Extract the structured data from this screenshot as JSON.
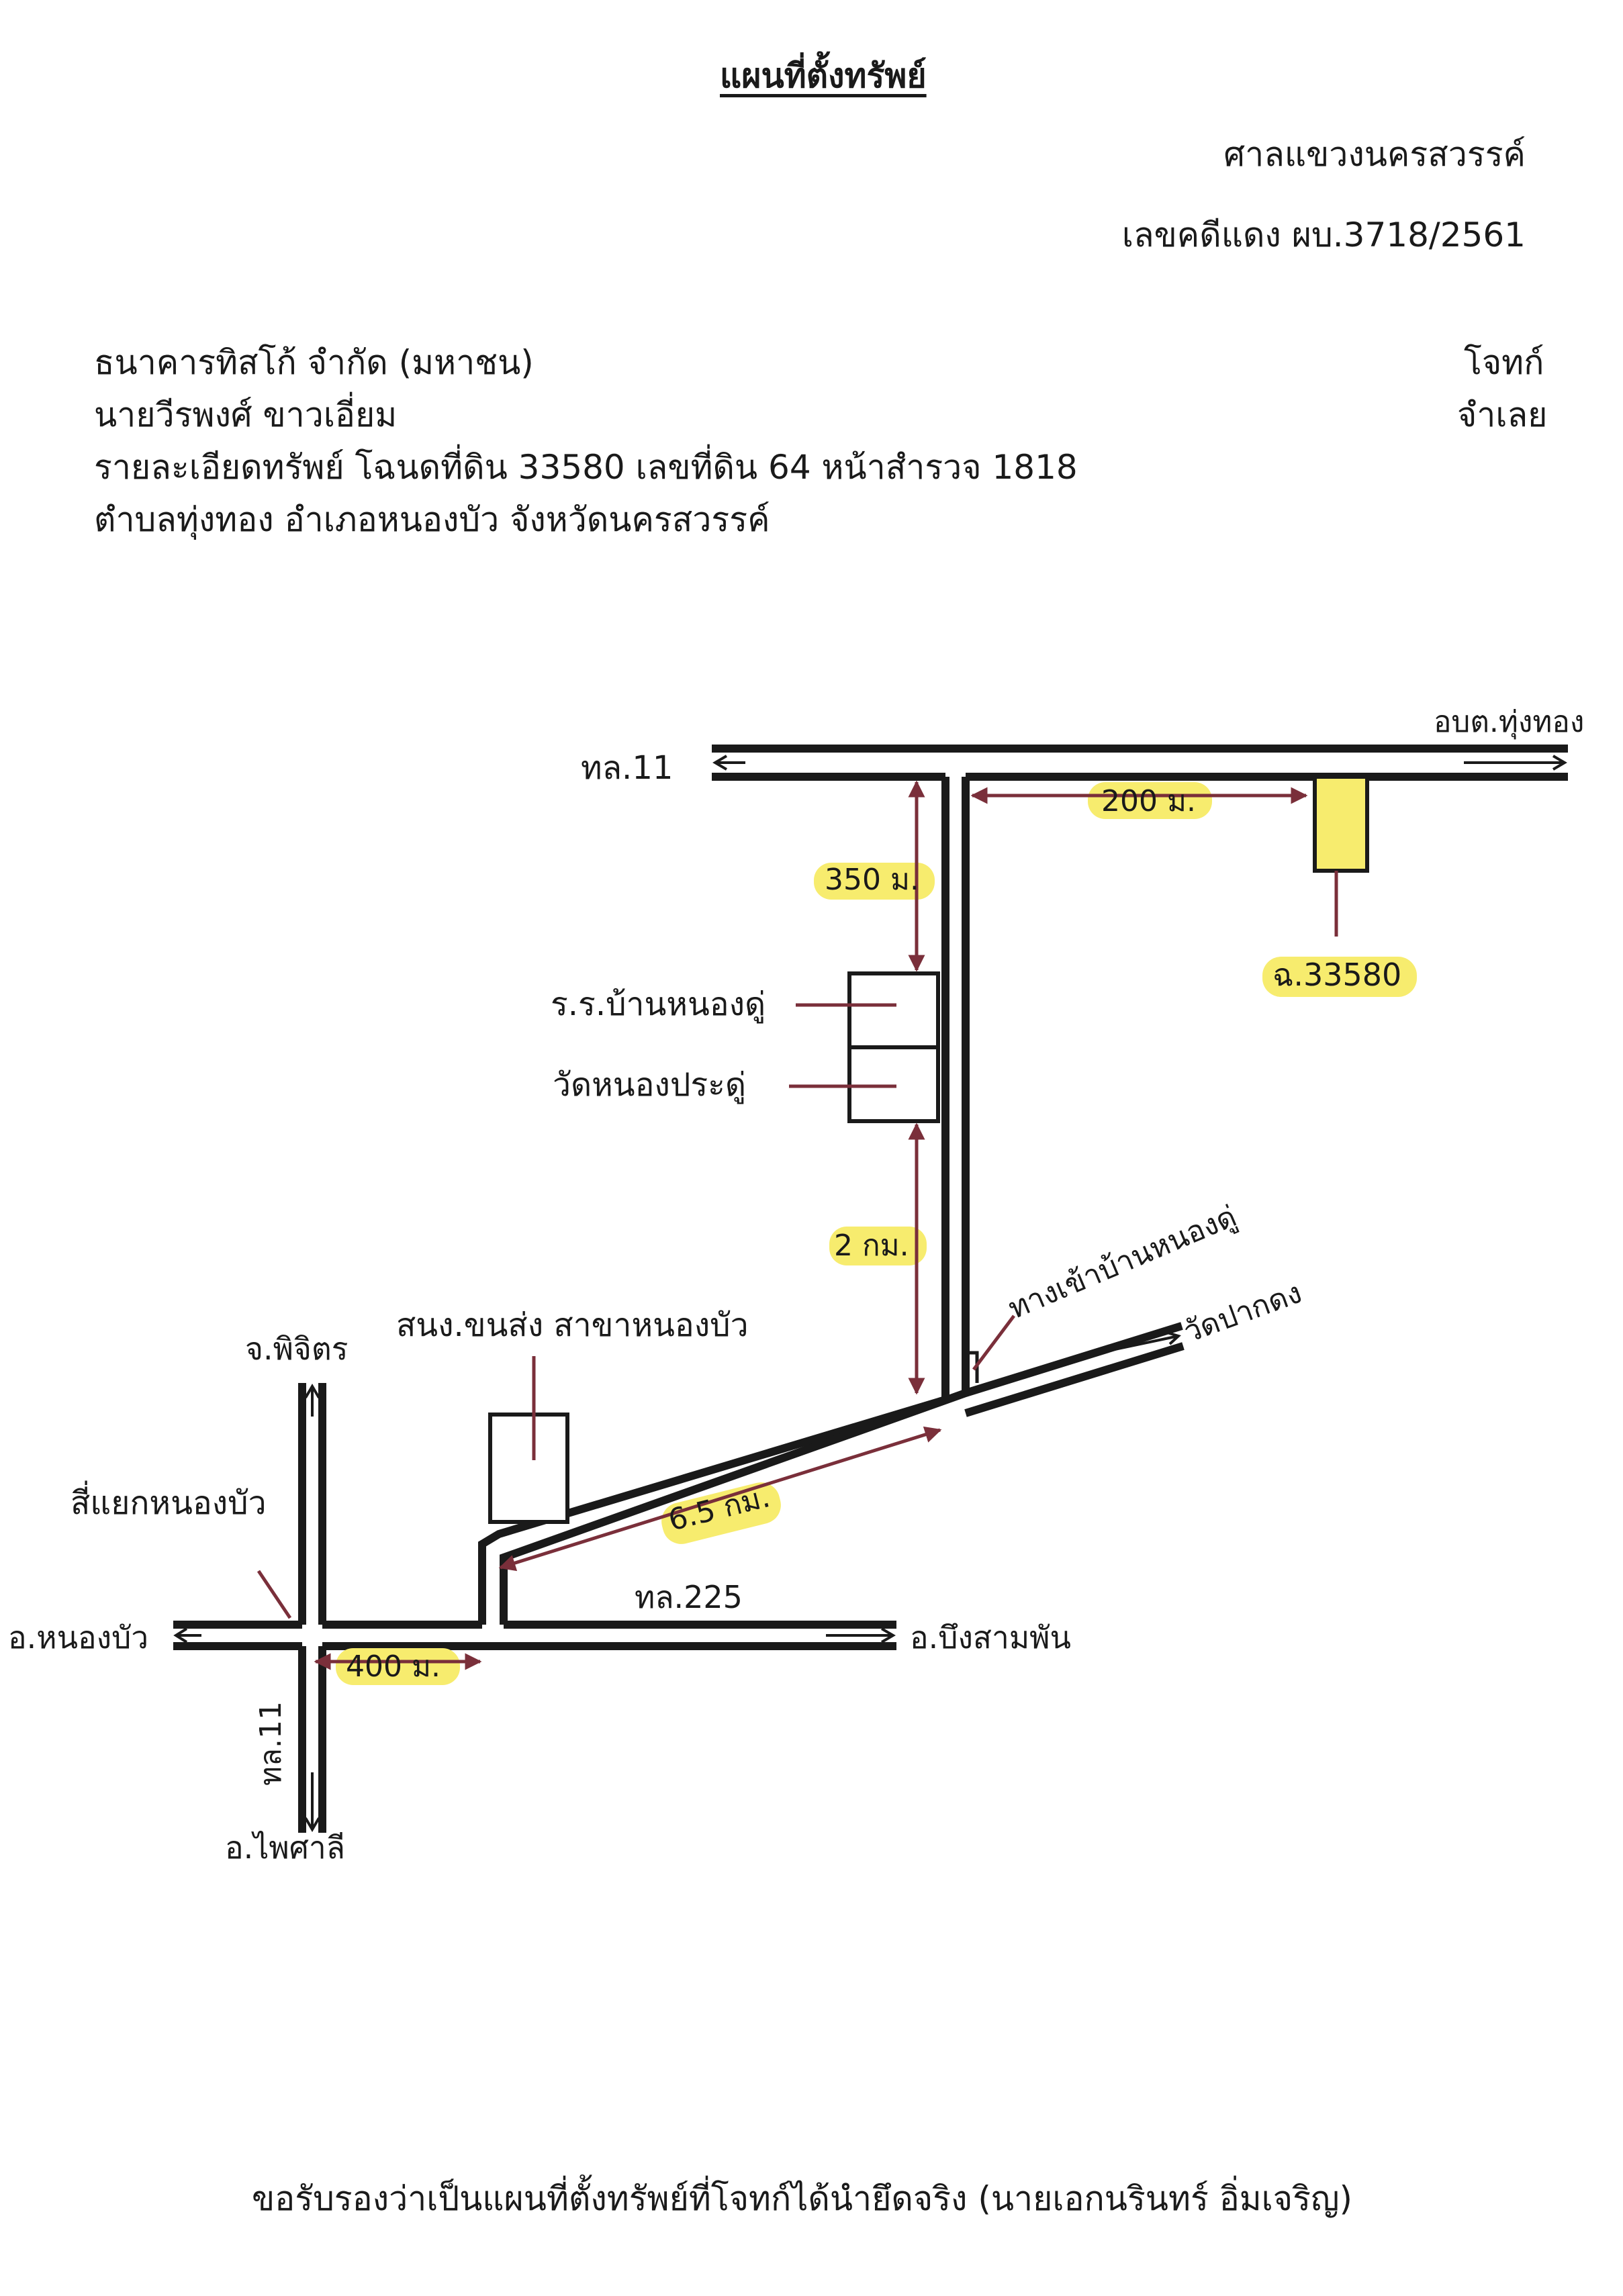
{
  "header": {
    "title": "แผนที่ตั้งทรัพย์",
    "court": "ศาลแขวงนครสวรรค์",
    "case_no": "เลขคดีแดง ผบ.3718/2561",
    "plaintiff_name": "ธนาคารทิสโก้ จำกัด (มหาชน)",
    "defendant_name": "นายวีรพงศ์ ขาวเอี่ยม",
    "plaintiff_role": "โจทก์",
    "defendant_role": "จำเลย",
    "property_detail": "รายละเอียดทรัพย์ โฉนดที่ดิน 33580 เลขที่ดิน 64 หน้าสำรวจ 1818",
    "property_location": "ตำบลทุ่งทอง อำเภอหนองบัว จังหวัดนครสวรรค์"
  },
  "map": {
    "road_hwy11_top": "ทล.11",
    "obt_tungthong": "อบต.ทุ่งทอง",
    "dist_200m": "200 ม.",
    "dist_350m": "350 ม.",
    "parcel_label": "ฉ.33580",
    "school": "ร.ร.บ้านหนองดู่",
    "temple_nongpradu": "วัดหนองประดู่",
    "dist_2km": "2 กม.",
    "entrance": "ทางเข้าบ้านหนองดู่",
    "wat_pakdong": "วัดปากดง",
    "sanong_office": "สนง.ขนส่ง สาขาหนองบัว",
    "phichit": "จ.พิจิตร",
    "intersection": "สี่แยกหนองบัว",
    "dist_6_5km": "6.5 กม.",
    "road_hwy225": "ทล.225",
    "nongbua": "อ.หนองบัว",
    "bueng_sam_phan": "อ.บึงสามพัน",
    "dist_400m": "400 ม.",
    "road_hwy11_bottom": "ทล.11",
    "phaisali": "อ.ไพศาลี"
  },
  "footer": {
    "certification": "ขอรับรองว่าเป็นแผนที่ตั้งทรัพย์ที่โจทก์ได้นำยึดจริง (นายเอกนรินทร์ อิ่มเจริญ)"
  },
  "colors": {
    "highlight": "#f7ec6e",
    "annotation": "#7a2f3a",
    "ink": "#1a1a1a"
  }
}
